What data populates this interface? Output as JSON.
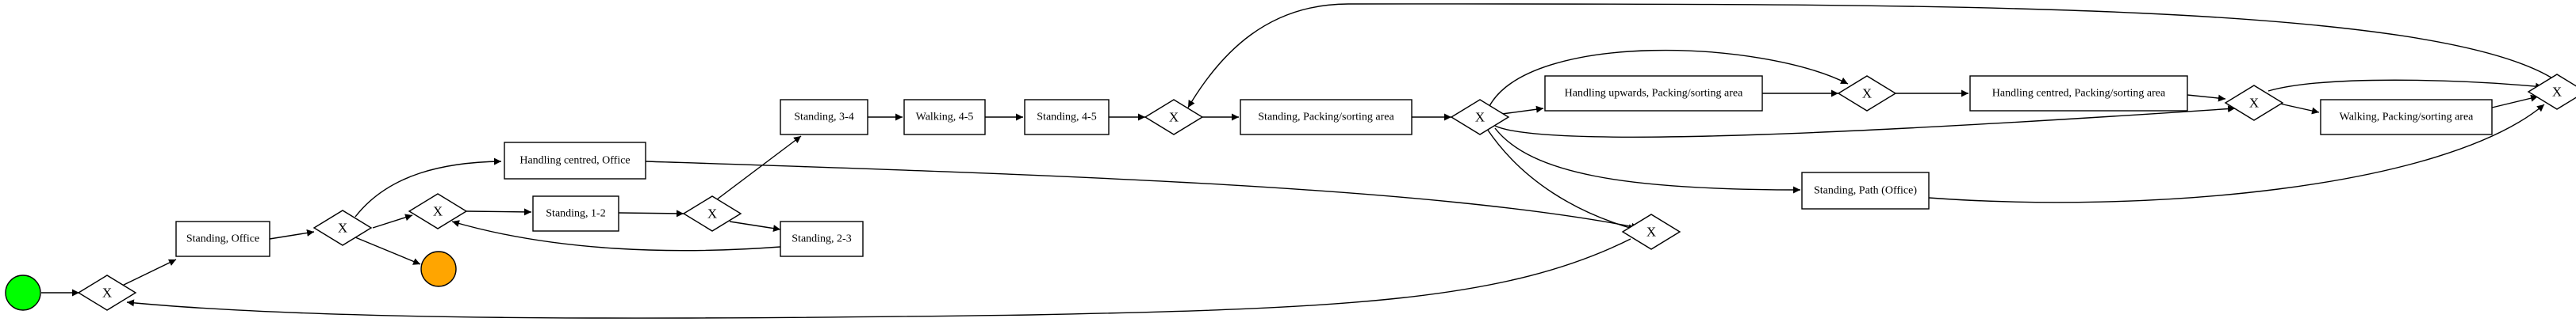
{
  "diagram": {
    "start_event": {
      "color": "#00ff00"
    },
    "end_event": {
      "color": "#ffa500"
    },
    "gateway_label": "X",
    "tasks": {
      "t1": "Standing, Office",
      "t2": "Handling centred, Office",
      "t3": "Standing, 1-2",
      "t4": "Standing, 2-3",
      "t5": "Standing, 3-4",
      "t6": "Walking, 4-5",
      "t7": "Standing, 4-5",
      "t8": "Standing, Packing/sorting area",
      "t9": "Handling upwards, Packing/sorting area",
      "t10": "Standing, Path (Office)",
      "t11": "Handling centred, Packing/sorting area",
      "t12": "Walking, Packing/sorting area"
    }
  }
}
